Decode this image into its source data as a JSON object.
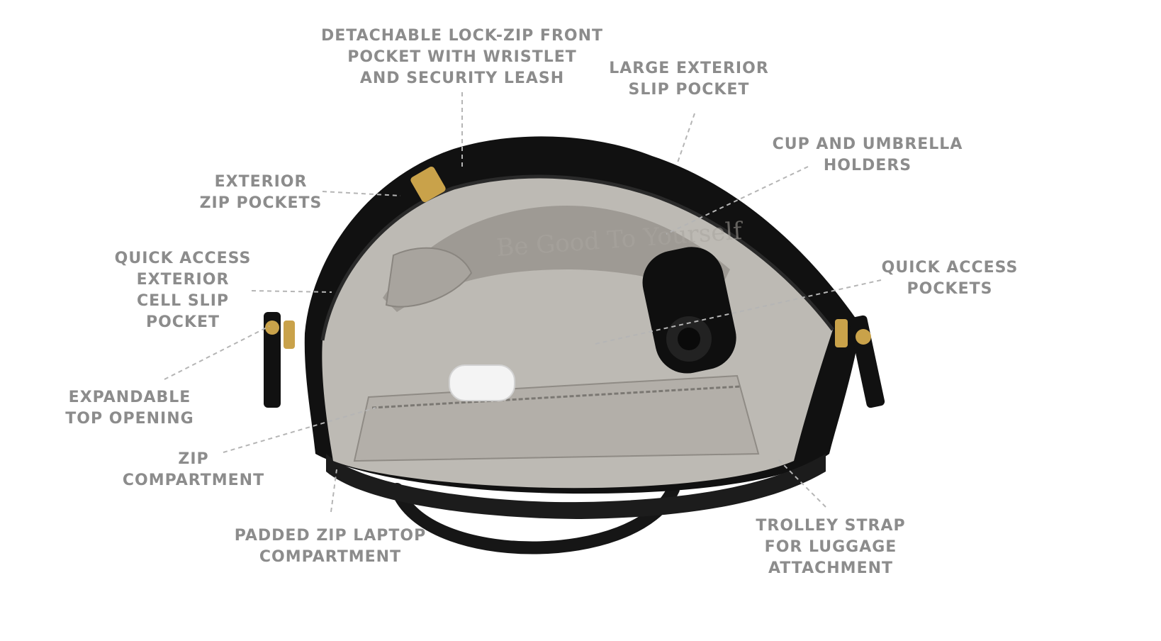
{
  "palette": {
    "label_text": "#8c8c8c",
    "leader_line": "#b5b5b5",
    "bag_body": "#111111",
    "bag_lining": "#bdbab4",
    "bag_lining_dark": "#9e9a94",
    "hardware": "#c9a24a"
  },
  "callouts": [
    {
      "id": "lockzip",
      "lines": [
        "DETACHABLE LOCK-ZIP FRONT",
        "POCKET WITH WRISTLET",
        "AND SECURITY LEASH"
      ]
    },
    {
      "id": "large-slip",
      "lines": [
        "LARGE EXTERIOR",
        "SLIP POCKET"
      ]
    },
    {
      "id": "cup-umbrella",
      "lines": [
        "CUP AND UMBRELLA",
        "HOLDERS"
      ]
    },
    {
      "id": "exterior-zip",
      "lines": [
        "EXTERIOR",
        "ZIP POCKETS"
      ]
    },
    {
      "id": "cell-slip",
      "lines": [
        "QUICK ACCESS",
        "EXTERIOR",
        "CELL SLIP",
        "POCKET"
      ]
    },
    {
      "id": "quick-access",
      "lines": [
        "QUICK ACCESS",
        "POCKETS"
      ]
    },
    {
      "id": "expandable",
      "lines": [
        "EXPANDABLE",
        "TOP OPENING"
      ]
    },
    {
      "id": "zip-compartment",
      "lines": [
        "ZIP",
        "COMPARTMENT"
      ]
    },
    {
      "id": "laptop",
      "lines": [
        "PADDED ZIP LAPTOP",
        "COMPARTMENT"
      ]
    },
    {
      "id": "trolley",
      "lines": [
        "TROLLEY STRAP",
        "FOR LUGGAGE",
        "ATTACHMENT"
      ]
    }
  ],
  "lining_watermark": "Be Good To Yourself"
}
